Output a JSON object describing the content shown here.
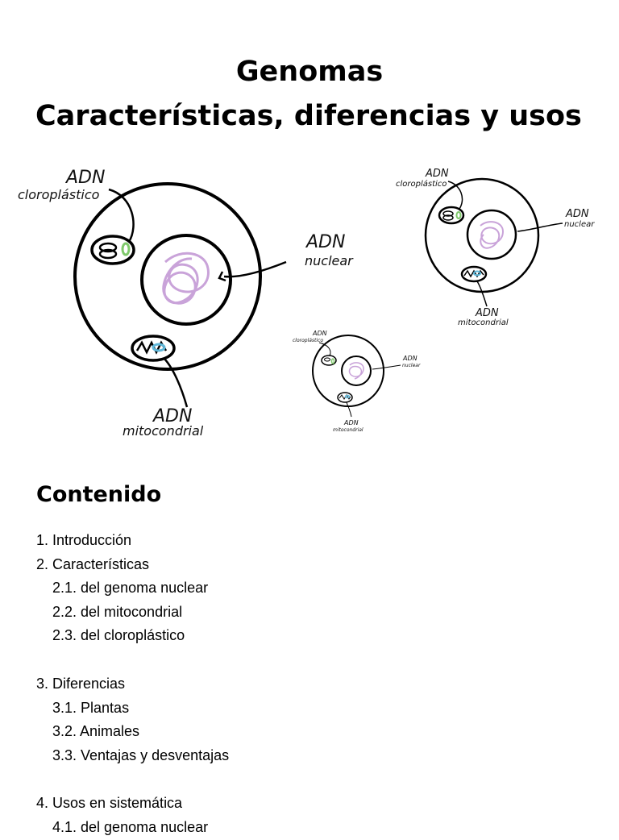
{
  "title": {
    "line1": "Genomas",
    "line2": "Características, diferencias y usos"
  },
  "figure": {
    "large": {
      "chloroplast_label_1": "ADN",
      "chloroplast_label_2": "cloroplástico",
      "nuclear_label_1": "ADN",
      "nuclear_label_2": "nuclear",
      "mito_label_1": "ADN",
      "mito_label_2": "mitocondrial"
    },
    "medium": {
      "chloroplast_label_1": "ADN",
      "chloroplast_label_2": "cloroplástico",
      "nuclear_label_1": "ADN",
      "nuclear_label_2": "nuclear",
      "mito_label_1": "ADN",
      "mito_label_2": "mitocondrial"
    },
    "small": {
      "chloroplast_label_1": "ADN",
      "chloroplast_label_2": "cloroplástico",
      "nuclear_label_1": "ADN",
      "nuclear_label_2": "nuclear",
      "mito_label_1": "ADN",
      "mito_label_2": "mitocondrial"
    },
    "colors": {
      "nucleus_dna": "#c9a3d9",
      "chloroplast_dna": "#7fc96b",
      "mito_dna": "#5fb7d9"
    }
  },
  "contents": {
    "heading": "Contenido",
    "items": [
      "1. Introducción",
      "2. Características",
      "2.1. del genoma nuclear",
      "2.2. del mitocondrial",
      "2.3. del cloroplástico",
      "3. Diferencias",
      "3.1. Plantas",
      "3.2. Animales",
      "3.3. Ventajas y desventajas",
      "4. Usos en sistemática",
      "4.1. del genoma nuclear"
    ]
  }
}
